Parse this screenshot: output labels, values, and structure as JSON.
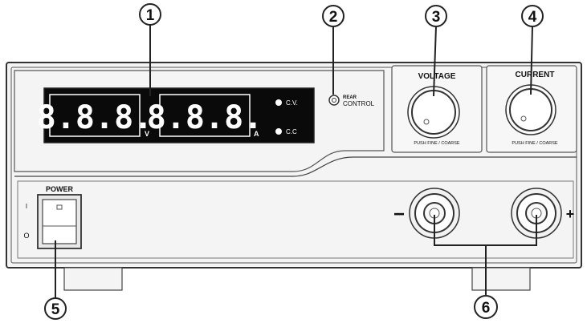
{
  "callouts": [
    "1",
    "2",
    "3",
    "4",
    "5",
    "6"
  ],
  "display": {
    "voltage_reading": "8.8.8.",
    "voltage_unit": "V",
    "current_reading": "8.8.8.",
    "current_unit": "A",
    "cv_label": "C.V.",
    "cc_label": "C.C"
  },
  "rear_control": {
    "line1": "REAR",
    "line2": "CONTROL"
  },
  "voltage_knob": {
    "title": "VOLTAGE",
    "sub_label": "PUSH  FINE / COARSE"
  },
  "current_knob": {
    "title": "CURRENT",
    "sub_label": "PUSH  FINE / COARSE"
  },
  "power_switch": {
    "title": "POWER",
    "on_mark": "I",
    "off_mark": "O"
  },
  "terminals": {
    "negative": "−",
    "positive": "+"
  },
  "colors": {
    "outline": "#333333",
    "panel": "#f4f4f4",
    "display_bg": "#0a0a0a"
  }
}
